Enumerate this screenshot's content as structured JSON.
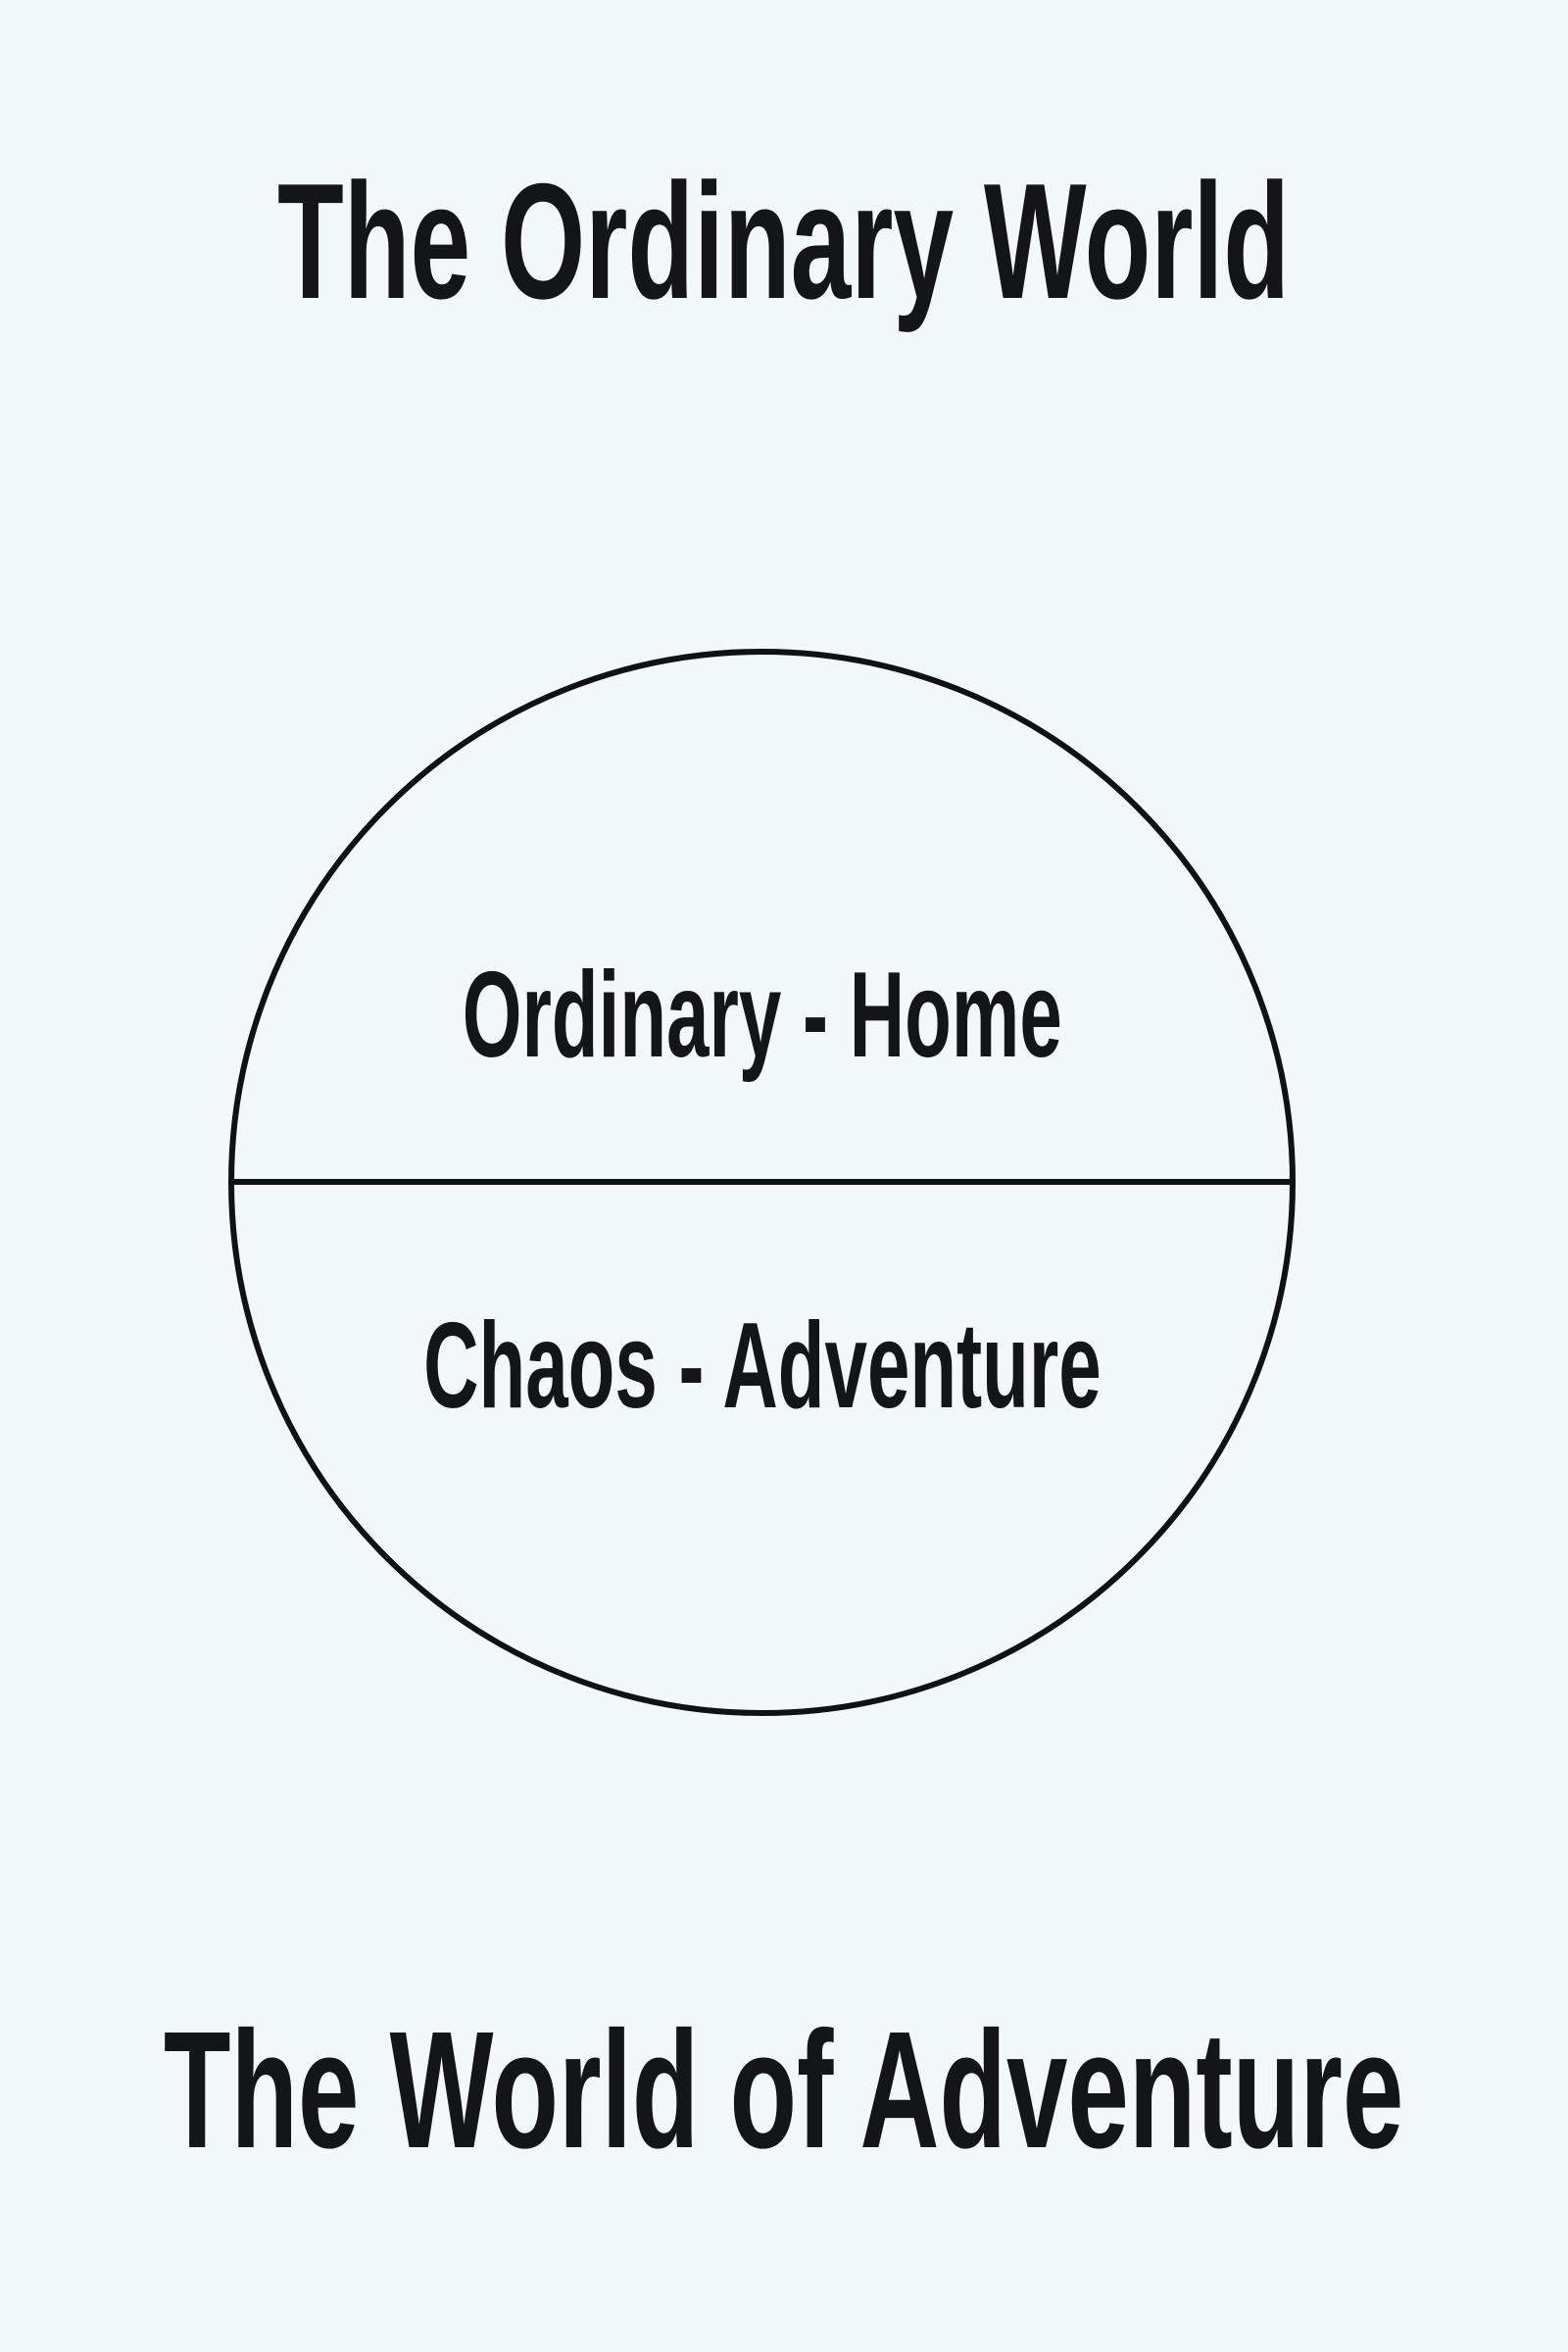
{
  "poster": {
    "top_title": "The Ordinary World",
    "bottom_title": "The World of Adventure",
    "diagram": {
      "shape": "circle-bisected-horizontally",
      "top_half_label": "Ordinary - Home",
      "bottom_half_label": "Chaos - Adventure"
    },
    "colors": {
      "background": "#f1f8f7",
      "text": "#131517",
      "stroke": "#0f1113"
    }
  }
}
